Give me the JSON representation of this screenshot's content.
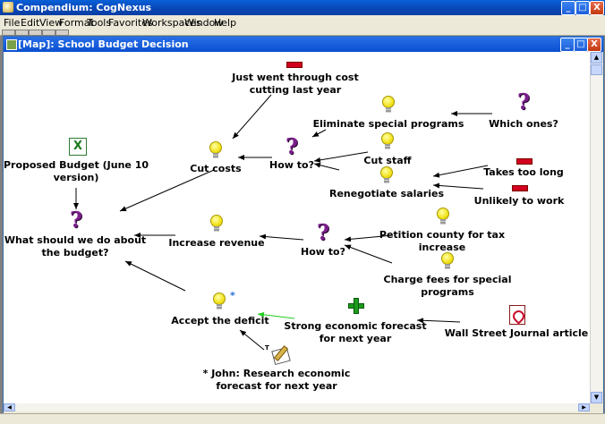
{
  "app": {
    "title": "Compendium: CogNexus",
    "buttons": {
      "minimize": "_",
      "maximize": "□",
      "close": "X"
    }
  },
  "menu": [
    "File",
    "Edit",
    "View",
    "Format",
    "Tools",
    "Favorites",
    "Workspaces",
    "Window",
    "Help"
  ],
  "map_window": {
    "title": "[Map]: School Budget Decision",
    "buttons": {
      "minimize": "_",
      "maximize": "□",
      "close": "X"
    }
  },
  "nodes": {
    "just_went": {
      "label_line1": "Just went through cost",
      "label_line2": "cutting last year",
      "icon": "con-minus-icon"
    },
    "eliminate": {
      "label": "Eliminate special programs",
      "icon": "idea-bulb-icon"
    },
    "which_ones": {
      "label": "Which ones?",
      "icon": "question-icon"
    },
    "proposed_budget": {
      "label_line1": "Proposed Budget (June 10",
      "label_line2": "version)",
      "icon": "excel-icon"
    },
    "cut_costs": {
      "label": "Cut costs",
      "icon": "idea-bulb-icon"
    },
    "how_to_1": {
      "label": "How to?",
      "icon": "question-icon"
    },
    "cut_staff": {
      "label": "Cut staff",
      "icon": "idea-bulb-icon"
    },
    "takes_too_long": {
      "label": "Takes too long",
      "icon": "con-minus-icon"
    },
    "renegotiate": {
      "label": "Renegotiate salaries",
      "icon": "idea-bulb-icon"
    },
    "unlikely": {
      "label": "Unlikely to work",
      "icon": "con-minus-icon"
    },
    "what_should": {
      "label_line1": "What should we do about",
      "label_line2": "the budget?",
      "icon": "question-icon"
    },
    "increase_revenue": {
      "label": "Increase revenue",
      "icon": "idea-bulb-icon"
    },
    "how_to_2": {
      "label": "How to?",
      "icon": "question-icon"
    },
    "petition": {
      "label_line1": "Petition county for tax",
      "label_line2": "increase",
      "icon": "idea-bulb-icon"
    },
    "charge_fees": {
      "label_line1": "Charge fees for special",
      "label_line2": "programs",
      "icon": "idea-bulb-icon"
    },
    "accept_deficit": {
      "label": "Accept the deficit",
      "icon": "idea-bulb-icon",
      "tag": "*"
    },
    "strong_forecast": {
      "label_line1": "Strong economic forecast",
      "label_line2": "for next year",
      "icon": "pro-plus-icon"
    },
    "wsj": {
      "label": "Wall Street Journal article",
      "icon": "pdf-icon"
    },
    "john_note": {
      "label_line1": "* John: Research economic",
      "label_line2": "forecast for next year",
      "icon": "note-icon",
      "tag": "T"
    }
  },
  "colors": {
    "link": "#000000",
    "pro_link": "#22cc22",
    "question": "#7a1f8a",
    "con": "#d2001f",
    "pro": "#1c9b1c",
    "bulb": "#f2e21a"
  }
}
